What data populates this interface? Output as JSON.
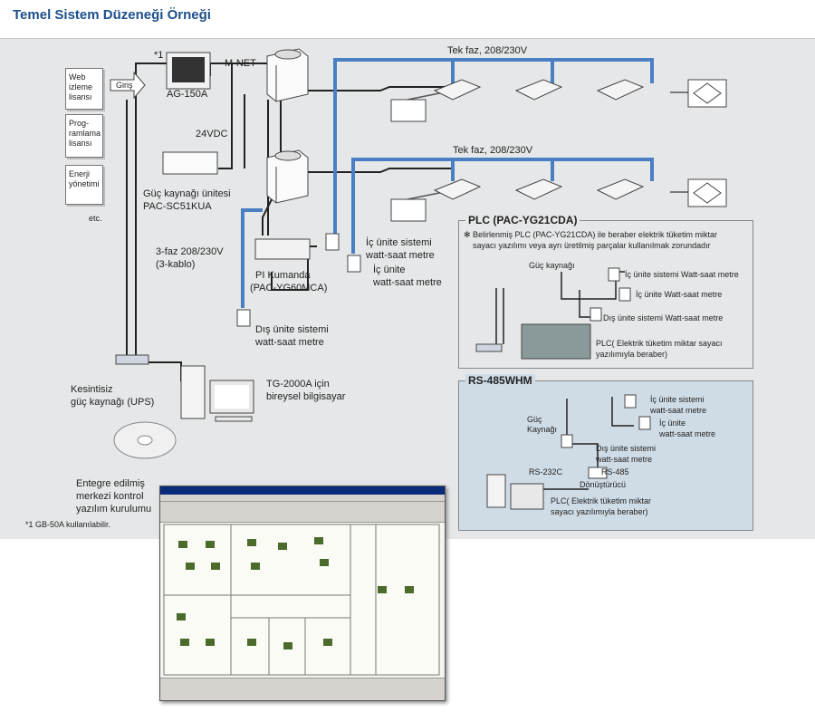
{
  "title": "Temel Sistem Düzeneği Örneği",
  "licenses": [
    "Web izleme lisansı",
    "Prog-ramlama lisansı",
    "Enerji yönetimi"
  ],
  "licenses_etc": "etc.",
  "labels": {
    "giris": "Giriş",
    "footnote_mark": "*1",
    "ag150a": "AG-150A",
    "mnet": "M-NET",
    "tekfaz1": "Tek faz, 208/230V",
    "tekfaz2": "Tek faz, 208/230V",
    "vdc": "24VDC",
    "psu": "Güç kaynağı ünitesi",
    "psu_model": "PAC-SC51KUA",
    "three_phase": "3-faz 208/230V",
    "three_wire": "(3-kablo)",
    "pi_unit": "PI Kumanda",
    "pi_model": "(PAC-YG60MCA)",
    "ic_system_1": "İç ünite sistemi",
    "ic_system_2": "watt-saat metre",
    "ic_meter_1": "İç ünite",
    "ic_meter_2": "watt-saat metre",
    "dis_system_1": "Dış ünite sistemi",
    "dis_system_2": "watt-saat metre",
    "ups_1": "Kesintisiz",
    "ups_2": "güç kaynağı (UPS)",
    "pc_1": "TG-2000A için",
    "pc_2": "bireysel bilgisayar",
    "sw_1": "Entegre edilmiş",
    "sw_2": "merkezi kontrol",
    "sw_3": "yazılım kurulumu",
    "footnote": "*1 GB-50A kullanılabilir."
  },
  "plc_panel": {
    "title": "PLC (PAC-YG21CDA)",
    "note_1": "✻ Belirlenmiş PLC (PAC-YG21CDA) ile beraber elektrik tüketim miktar",
    "note_2": "sayacı yazılımı veya ayrı üretilmiş parçalar kullanılmak zorundadır",
    "power": "Güç kaynağı",
    "ic_system": "İç ünite sistemi Watt-saat metre",
    "ic_meter": "İç ünite Watt-saat metre",
    "dis_system": "Dış ünite sistemi Watt-saat metre",
    "plc_1": "PLC( Elektrik tüketim miktar sayacı",
    "plc_2": "yazılımıyla beraber)"
  },
  "rs485_panel": {
    "title": "RS-485WHM",
    "power_1": "Güç",
    "power_2": "Kaynağı",
    "ic_system_1": "İç ünite sistemi",
    "ic_system_2": "watt-saat metre",
    "ic_meter_1": "İç ünite",
    "ic_meter_2": "watt-saat metre",
    "dis_system_1": "Dış ünite sistemi",
    "dis_system_2": "watt-saat metre",
    "rs232": "RS-232C",
    "rs485": "RS-485",
    "converter": "Dönüştürücü",
    "plc_1": "PLC( Elektrik tüketim miktar",
    "plc_2": "sayacı yazılımıyla beraber)"
  },
  "colors": {
    "bus_blue": "#4a7fc1",
    "title_blue": "#1c4f8c",
    "panel_blue": "#cfdce6",
    "bg_gray": "#e6e7e8"
  }
}
